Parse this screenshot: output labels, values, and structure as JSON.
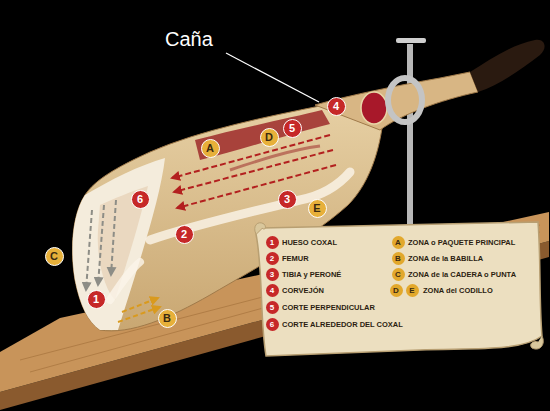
{
  "diagram": {
    "labels": [
      "Caña",
      "4",
      "5",
      "D",
      "A",
      "6",
      "3",
      "E",
      "2",
      "C",
      "1",
      "B",
      "1",
      "2",
      "3",
      "4",
      "5",
      "6",
      "A",
      "B",
      "C",
      "D",
      "E"
    ],
    "legend": [
      {
        "text": "HUESO COXAL"
      },
      {
        "text": "FEMUR"
      },
      {
        "text": "TIBIA y PERONÉ"
      },
      {
        "text": "CORVEJÓN"
      },
      {
        "text": "CORTE PERPENDICULAR"
      },
      {
        "text": "CORTE ALREDEDOR DEL COXAL"
      },
      {
        "text": "ZONA o PAQUETE PRINCIPAL"
      },
      {
        "text": "ZONA de la BABILLA"
      },
      {
        "text": "ZONA de la CADERA o PUNTA"
      },
      {
        "text": "ZONA del CODILLO"
      }
    ]
  }
}
